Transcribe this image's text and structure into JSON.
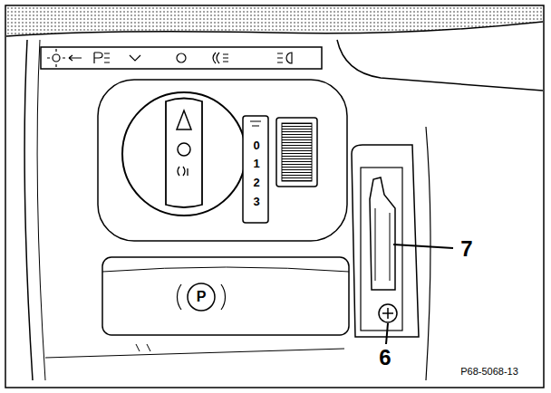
{
  "diagram": {
    "labels": [
      "0",
      "1",
      "2",
      "3",
      "P",
      "7",
      "6",
      "P68-5068-13"
    ]
  }
}
